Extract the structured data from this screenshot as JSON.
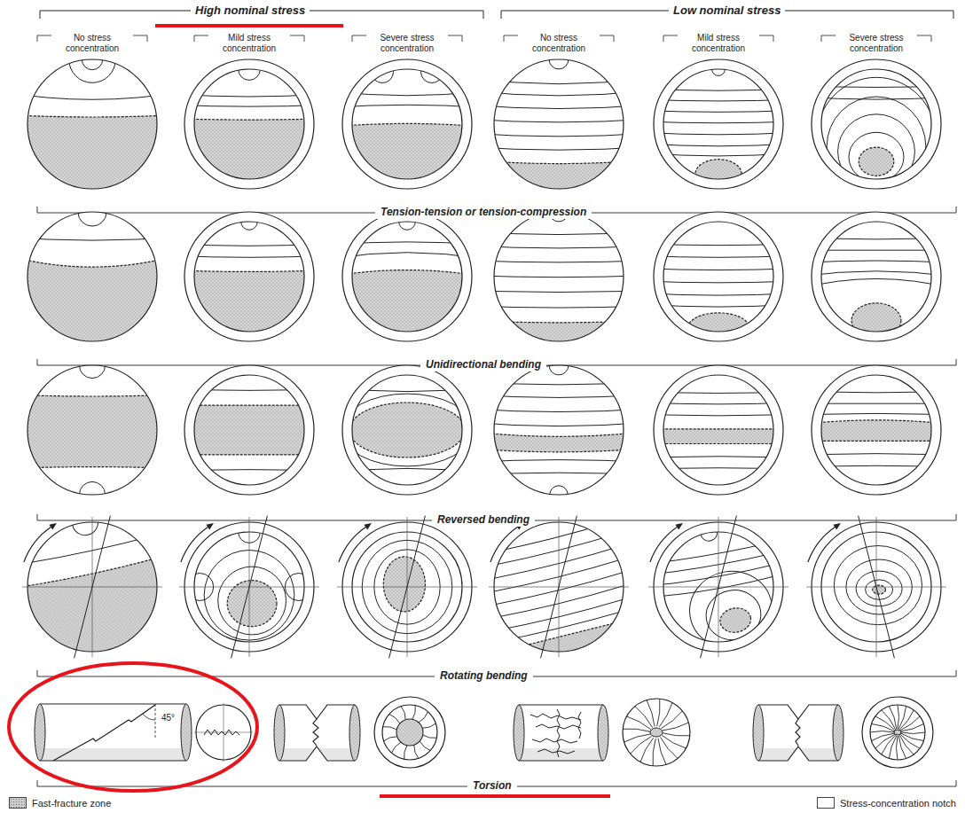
{
  "diagram": {
    "labels": [
      "High nominal stress",
      "Low nominal stress",
      "No stress concentration",
      "Mild stress concentration",
      "Severe stress concentration",
      "No stress concentration",
      "Mild stress concentration",
      "Severe stress concentration",
      "Tension-tension or tension-compression",
      "Unidirectional bending",
      "Reversed bending",
      "Rotating bending",
      "45°",
      "Torsion"
    ],
    "legend": [
      {
        "text": "Fast-fracture zone",
        "color": "#cccccc"
      },
      {
        "text": "Stress-concentration notch",
        "color": "#ffffff"
      }
    ]
  }
}
